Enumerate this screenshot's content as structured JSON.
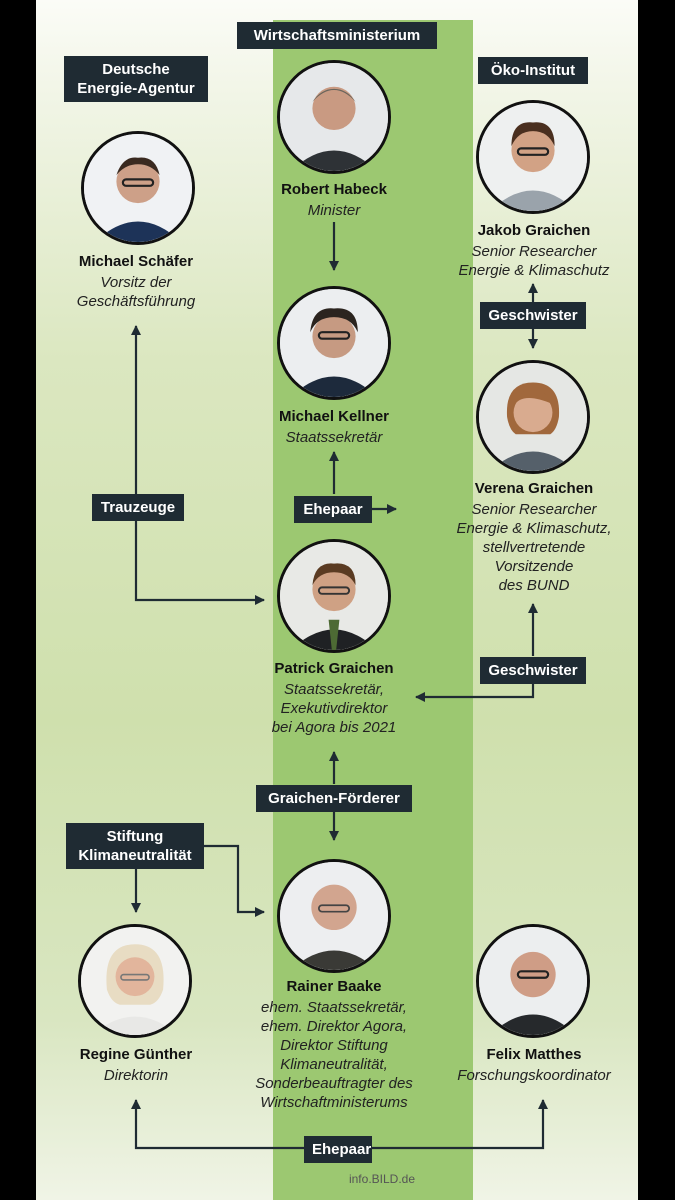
{
  "sections": {
    "ministry": "Wirtschaftsministerium",
    "dena": "Deutsche\nEnergie-Agentur",
    "oeko": "Öko-Institut",
    "stiftung": "Stiftung\nKlimaneutralität"
  },
  "people": {
    "habeck": {
      "name": "Robert Habeck",
      "role": "Minister"
    },
    "kellner": {
      "name": "Michael Kellner",
      "role": "Staatssekretär"
    },
    "patrick": {
      "name": "Patrick Graichen",
      "role": "Staatssekretär,\nExekutivdirektor\nbei Agora bis 2021"
    },
    "baake": {
      "name": "Rainer Baake",
      "role": "ehem. Staatssekretär,\nehem. Direktor Agora,\nDirektor Stiftung\nKlimaneutralität,\nSonderbeauftragter des\nWirtschaftministerums"
    },
    "schaefer": {
      "name": "Michael Schäfer",
      "role": "Vorsitz der\nGeschäftsführung"
    },
    "jakob": {
      "name": "Jakob Graichen",
      "role": "Senior Researcher\nEnergie & Klimaschutz"
    },
    "verena": {
      "name": "Verena Graichen",
      "role": "Senior Researcher\nEnergie & Klimaschutz,\nstellvertretende\nVorsitzende\ndes BUND"
    },
    "guenther": {
      "name": "Regine Günther",
      "role": "Direktorin"
    },
    "matthes": {
      "name": "Felix Matthes",
      "role": "Forschungskoordinator"
    }
  },
  "relations": {
    "geschwister_top": "Geschwister",
    "geschwister_mid": "Geschwister",
    "ehepaar_mid": "Ehepaar",
    "trauzeuge": "Trauzeuge",
    "foerderer": "Graichen-Förderer",
    "ehepaar_bottom": "Ehepaar"
  },
  "credit": "info.BILD.de",
  "colors": {
    "ministry_column": "#9cc871",
    "label_bg": "#1f2b33",
    "background": "#d6e4b8"
  }
}
